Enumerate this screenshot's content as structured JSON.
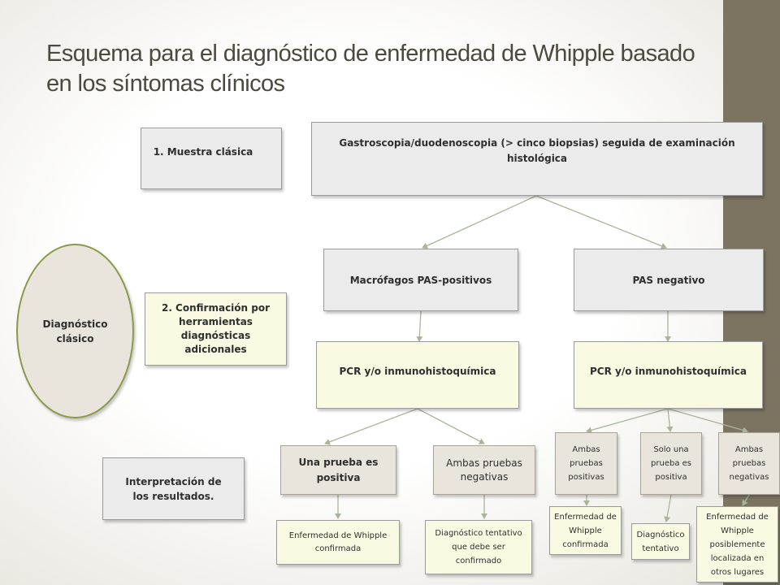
{
  "title": "Esquema para el diagnóstico de enfermedad de Whipple basado en los síntomas clínicos",
  "left": {
    "ellipse": "Diagnóstico clásico",
    "step1": "1. Muestra clásica",
    "step2": "2. Confirmación por herramientas diagnósticas adicionales",
    "step3": "Interpretación de los resultados."
  },
  "flow": {
    "gastro": "Gastroscopia/duodenoscopia  (> cinco biopsias) seguida de examinación histológica",
    "pas_pos": "Macrófagos PAS-positivos",
    "pas_neg": "PAS negativo",
    "pcr_left": "PCR y/o inmunohistoquímica",
    "pcr_right": "PCR y/o inmunohistoquímica",
    "one_pos": "Una prueba es positiva",
    "both_neg": "Ambas pruebas negativas",
    "r_both_pos": "Ambas pruebas positivas",
    "r_one_pos": "Solo una prueba es positiva",
    "r_both_neg": "Ambas pruebas negativas",
    "res_confirmed": "Enfermedad de Whipple confirmada",
    "res_tentative_confirm": "Diagnóstico  tentativo que debe ser confirmado",
    "r_res_confirmed": "Enfermedad de Whipple confirmada",
    "r_res_tentative": "Diagnóstico tentativo",
    "r_res_local": "Enfermedad de Whipple posiblemente localizada  en otros lugares"
  },
  "colors": {
    "sidebar": "#7b7461",
    "title": "#4c4a3f",
    "box_grey": "#ebebeb",
    "box_cream": "#fafae3",
    "box_tan": "#e9e5dc",
    "ellipse_border": "#8a9a4a",
    "connector": "#a9b59a"
  }
}
